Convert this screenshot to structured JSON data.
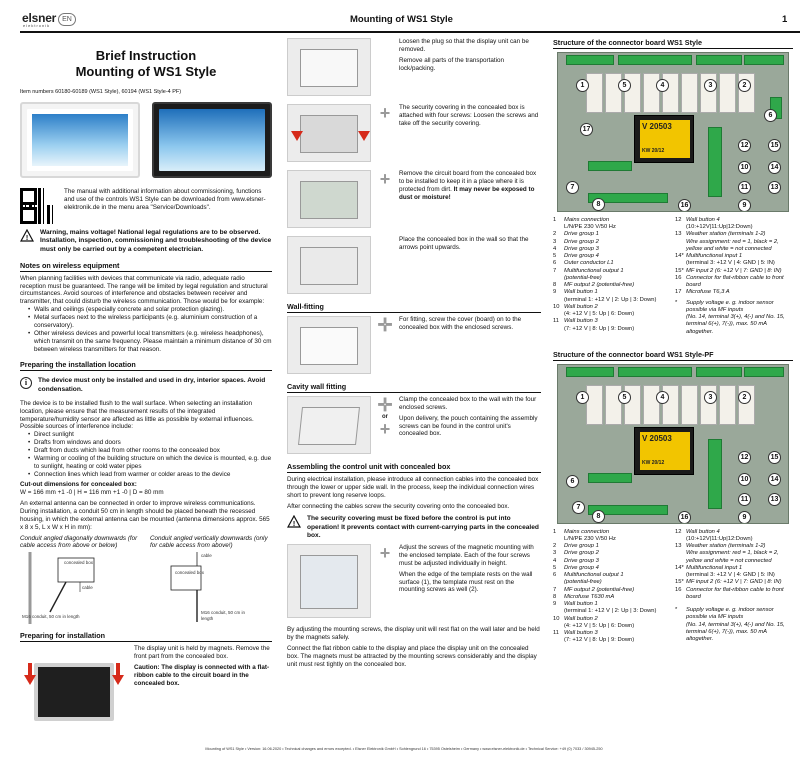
{
  "header": {
    "logo": "elsner",
    "logo_sub": "elektronik",
    "lang": "EN",
    "title": "Mounting of WS1 Style",
    "page": "1"
  },
  "col1": {
    "title_line1": "Brief Instruction",
    "title_line2": "Mounting of WS1 Style",
    "item_numbers": "Item numbers 60180-60189 (WS1 Style), 60194 (WS1 Style-4 PF)",
    "qr_text": "The manual with additional information about commissioning, functions and use of the controls WS1 Style can be downloaded from www.elsner-elektronik.de in the menu area \"Service/Downloads\".",
    "warning": "Warning, mains voltage! National legal regulations are to be observed. Installation, inspection, commissioning and troubleshooting of the device must only be carried out by a competent electrician.",
    "sec_wireless": "Notes on wireless equipment",
    "wireless_p": "When planning facilities with devices that communicate via radio, adequate radio reception must be guaranteed. The range will be limited by legal regulation and structural circumstances. Avoid sources of interference and obstacles between receiver and transmitter, that could disturb the wireless communication. Those would be for example:",
    "wireless_bullets": [
      "Walls and ceilings (especially concrete and solar protection glazing).",
      "Metal surfaces next to the wireless participants (e.g. aluminium construction of a conservatory).",
      "Other wireless devices and powerful local transmitters (e.g. wireless headphones), which transmit on the same frequency. Please maintain a minimum distance of 30 cm between wireless transmitters for that reason."
    ],
    "sec_location": "Preparing the installation location",
    "location_note": "The device must only be installed and used in dry, interior spaces. Avoid condensation.",
    "location_p": "The device is to be installed flush to the wall surface. When selecting an installation location, please ensure that the measurement results of the integrated temperature/humidity sensor are affected as little as possible by external influences. Possible sources of interference include:",
    "location_bullets": [
      "Direct sunlight",
      "Drafts from windows and doors",
      "Draft from ducts which lead from other rooms to the concealed box",
      "Warming or cooling of the building structure on which the device is mounted, e.g. due to sunlight, heating or cold water pipes",
      "Connection lines which lead from warmer or colder areas to the device"
    ],
    "cutout_head": "Cut-out dimensions for concealed box:",
    "cutout_dims": "W = 166 mm +1 -0 | H = 116 mm +1 -0 | D = 80 mm",
    "external_p": "An external antenna can be connected in order to improve wireless communications. During installation, a conduit 50 cm in length should be placed beneath the recessed housing, in which the external antenna can be mounted (antenna dimensions approx. 565 x 8 x 5, L x W x H in mm):",
    "cond_left": "Conduit angled diagonally downwards (for cable access from above or below)",
    "cond_right": "Conduit angled vertically downwards (only for cable access from above!)",
    "fig_concealed_box": "concealed box",
    "fig_cable": "cable",
    "fig_m16_left": "M16 conduit, 50 cm in length",
    "fig_m16_right": "M16 conduit, 50 cm in length",
    "sec_preparing": "Preparing for installation",
    "prep_p": "The display unit is held by magnets. Remove the front part from the concealed box.",
    "prep_caution": "Caution: The display is connected with a flat-ribbon cable to the circuit board in the concealed box."
  },
  "col2": {
    "step1": "Loosen the plug so that the display unit can be removed.",
    "step1b": "Remove all parts of the transportation lock/packing.",
    "step2": "The security covering in the concealed box is attached with four screws: Loosen the screws and take off the security covering.",
    "step3": "Remove the circuit board from the concealed box to be installed to keep it in a place where it is protected from dirt.",
    "step3_bold": "It may never be exposed to dust or moisture!",
    "step4": "Place the concealed box in the wall so that the arrows point upwards.",
    "sec_wall": "Wall-fitting",
    "wall_p": "For fitting, screw the cover (board) on to the concealed box with the enclosed screws.",
    "sec_cavity": "Cavity wall fitting",
    "cavity_p1": "Clamp the concealed box to the wall with the four enclosed screws.",
    "cavity_p2": "Upon delivery, the pouch containing the assembly screws can be found in the control unit's concealed box.",
    "or": "or",
    "sec_assembling": "Assembling the control unit with concealed box",
    "assemble_p1": "During electrical installation, please introduce all connection cables into the concealed box through the lower or upper side wall. In the process, keep the individual connection wires short to prevent long reserve loops.",
    "assemble_p2": "After connecting the cables screw the security covering onto the concealed box.",
    "assemble_note": "The security covering must be fixed before the control is put into operation! It prevents contact with current-carrying parts in the concealed box.",
    "adjust_p1": "Adjust the screws of the magnetic mounting with the enclosed template. Each of the four screws must be adjusted individually in height.",
    "adjust_p2": "When the edge of the template rests on the wall surface (1), the template must rest on the mounting screws as well (2).",
    "final_p1": "By adjusting the mounting screws, the display unit will rest flat on the wall later and be held by the magnets safely.",
    "final_p2": "Connect the flat ribbon cable to the display and place the display unit on the concealed box. The magnets must be attracted by the mounting screws considerably and the display unit must rest tightly on the concealed box."
  },
  "col3": {
    "head1": "Structure of the connector board WS1 Style",
    "head2": "Structure of the connector board WS1 Style-PF",
    "xfmr_label": "V 20503",
    "xfmr_code": "KW 20/12",
    "legend1_left": [
      {
        "n": "1",
        "t": "Mains connection",
        "s": "L/N/PE 230 V/50 Hz"
      },
      {
        "n": "2",
        "t": "Drive group 1",
        "s": ""
      },
      {
        "n": "3",
        "t": "Drive group 2",
        "s": ""
      },
      {
        "n": "4",
        "t": "Drive group 3",
        "s": ""
      },
      {
        "n": "5",
        "t": "Drive group 4",
        "s": ""
      },
      {
        "n": "6",
        "t": "Outer conductor L1",
        "s": ""
      },
      {
        "n": "7",
        "t": "Multifunctional output 1",
        "s": "(potential-free)"
      },
      {
        "n": "8",
        "t": "MF output 2 (potential-free)",
        "s": ""
      },
      {
        "n": "9",
        "t": "Wall button 1",
        "s": "(terminal 1: +12 V | 2: Up | 3: Down)"
      },
      {
        "n": "10",
        "t": "Wall button 2",
        "s": "(4: +12 V | 5: Up | 6: Down)"
      },
      {
        "n": "11",
        "t": "Wall button 3",
        "s": "(7: +12 V | 8: Up | 9: Down)"
      }
    ],
    "legend1_right": [
      {
        "n": "12",
        "t": "Wall button 4",
        "s": "(10:+12V|11:Up|12:Down)"
      },
      {
        "n": "13",
        "t": "Weather station (terminals 1-2)",
        "s": "Wire assignment: red = 1, black = 2, yellow and white = not connected"
      },
      {
        "n": "14*",
        "t": "Multifunctional input 1",
        "s": "(terminal 3: +12 V | 4: GND | 5: IN)"
      },
      {
        "n": "15*",
        "t": "MF input 2 (6: +12 V | 7: GND | 8: IN)",
        "s": ""
      },
      {
        "n": "16",
        "t": "Connector for flat-ribbon cable to front board",
        "s": ""
      },
      {
        "n": "17",
        "t": "Microfuse T6,3 A",
        "s": ""
      },
      {
        "n": "*",
        "t": "Supply voltage e. g. indoor sensor possible via MF inputs",
        "s": "(No. 14, terminal 3(+), 4(-) and No. 15, terminal 6(+), 7(-)), max. 50 mA altogether."
      }
    ],
    "legend2_left": [
      {
        "n": "1",
        "t": "Mains connection",
        "s": "L/N/PE 230 V/50 Hz"
      },
      {
        "n": "2",
        "t": "Drive group 1",
        "s": ""
      },
      {
        "n": "3",
        "t": "Drive group 2",
        "s": ""
      },
      {
        "n": "4",
        "t": "Drive group 3",
        "s": ""
      },
      {
        "n": "5",
        "t": "Drive group 4",
        "s": ""
      },
      {
        "n": "6",
        "t": "Multifunctional output 1",
        "s": "(potential-free)"
      },
      {
        "n": "7",
        "t": "MF output 2 (potential-free)",
        "s": ""
      },
      {
        "n": "8",
        "t": "Microfuse T630 mA",
        "s": ""
      },
      {
        "n": "9",
        "t": "Wall button 1",
        "s": "(terminal 1: +12 V | 2: Up | 3: Down)"
      },
      {
        "n": "10",
        "t": "Wall button 2",
        "s": "(4: +12 V | 5: Up | 6: Down)"
      },
      {
        "n": "11",
        "t": "Wall button 3",
        "s": "(7: +12 V | 8: Up | 9: Down)"
      }
    ],
    "legend2_right": [
      {
        "n": "12",
        "t": "Wall button 4",
        "s": "(10:+12V|11:Up|12:Down)"
      },
      {
        "n": "13",
        "t": "Weather station (terminals 1-2)",
        "s": "Wire assignment: red = 1, black = 2, yellow and white = not connected"
      },
      {
        "n": "14*",
        "t": "Multifunctional input 1",
        "s": "(terminal 3: +12 V | 4: GND | 5: IN)"
      },
      {
        "n": "15*",
        "t": "MF input 2 (6: +12 V | 7: GND | 8: IN)",
        "s": ""
      },
      {
        "n": "16",
        "t": "Connector for flat-ribbon cable to front board",
        "s": ""
      },
      {
        "n": "*",
        "t": "Supply voltage e. g. indoor sensor possible via MF inputs",
        "s": "(No. 14, terminal 3(+), 4(-) and No. 15, terminal 6(+), 7(-)), max. 50 mA altogether."
      }
    ]
  },
  "footer": "Mounting of WS1 Style • Version: 16.06.2020 • Technical changes and errors excepted. • Elsner Elektronik GmbH • Sohlengrund 16 • 75395 Ostelsheim • Germany • www.elsner-elektronik.de • Technical Service: +49 (0) 7033 / 30945-250"
}
